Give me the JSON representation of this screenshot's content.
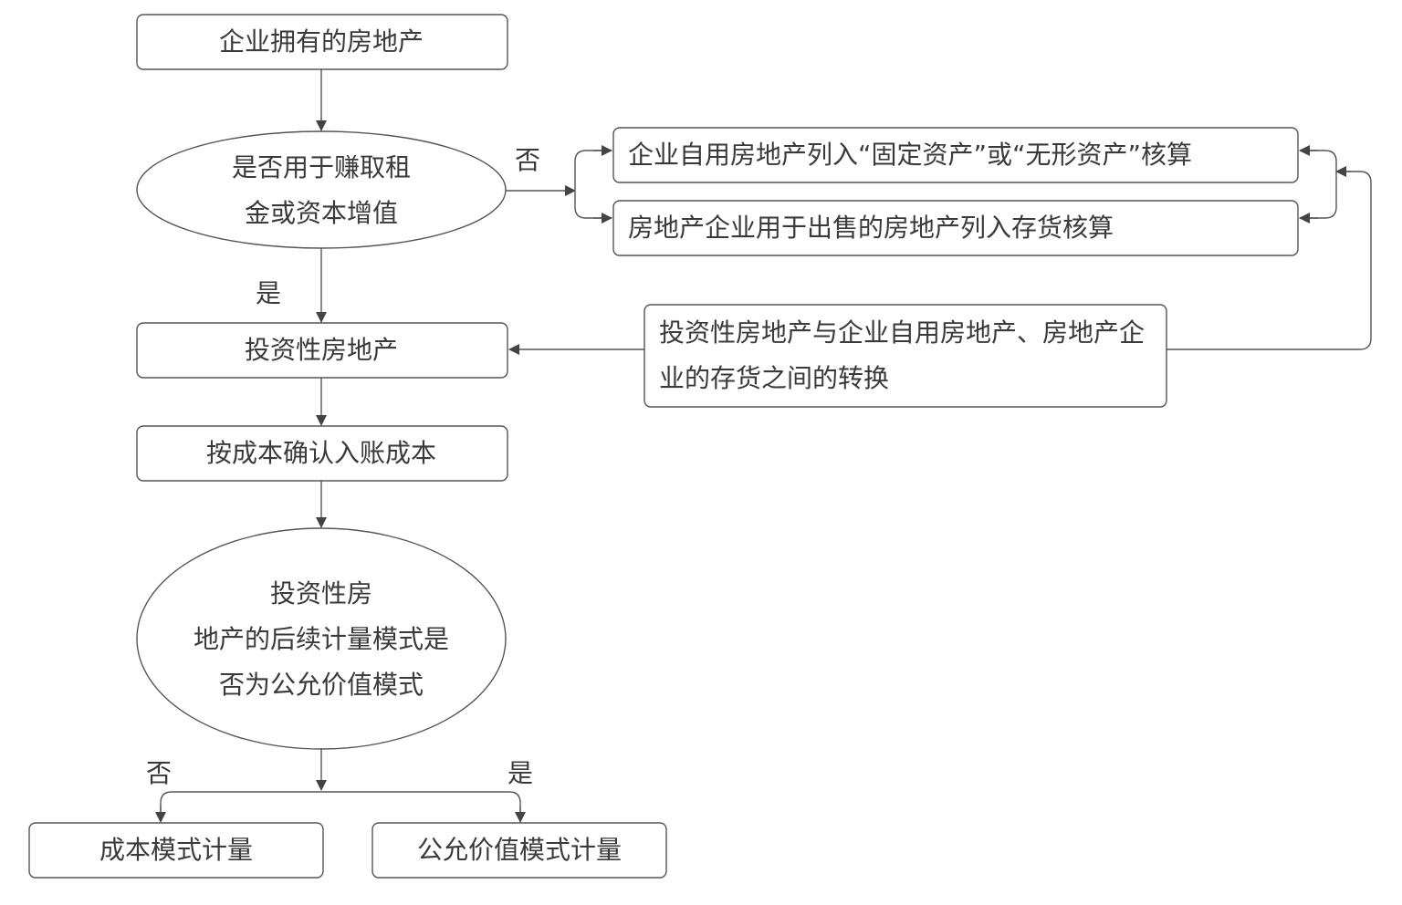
{
  "nodes": {
    "start": "企业拥有的房地产",
    "q1_line1": "是否用于赚取租",
    "q1_line2": "金或资本增值",
    "no_label_1": "否",
    "yes_label_1": "是",
    "fixed_assets": "企业自用房地产列入“固定资产”或“无形资产”核算",
    "inventory": "房地产企业用于出售的房地产列入存货核算",
    "investment": "投资性房地产",
    "conversion": "投资性房地产与企业自用房地产、房地产企业的存货之间的转换",
    "initial": "按成本确认入账成本",
    "q2_line1": "投资性房",
    "q2_line2": "地产的后续计量模式是",
    "q2_line3": "否为公允价值模式",
    "no_label_2": "否",
    "yes_label_2": "是",
    "cost_model": "成本模式计量",
    "fair_value_model": "公允价值模式计量"
  }
}
